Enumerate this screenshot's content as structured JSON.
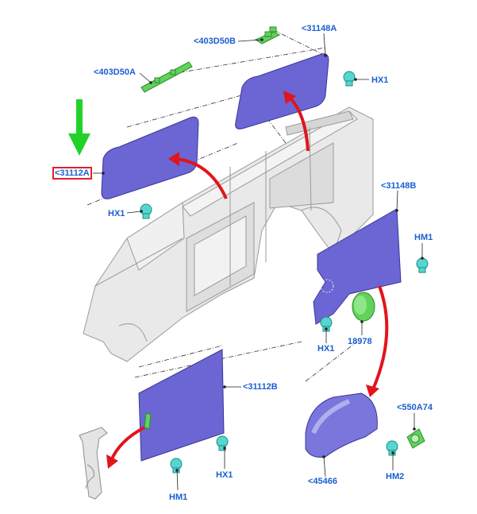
{
  "labels": {
    "p403d50b": "<403D50B",
    "p31148a": "<31148A",
    "p403d50a": "<403D50A",
    "hx1_top": "HX1",
    "p31112a": "<31112A",
    "hx1_left": "HX1",
    "p31148b": "<31148B",
    "hm1_right": "HM1",
    "hx1_mid": "HX1",
    "p18978": "18978",
    "p31112b": "<31112B",
    "p550a74": "<550A74",
    "hx1_bottom": "HX1",
    "hm1_bottom": "HM1",
    "p45466": "<45466",
    "hm2": "HM2"
  },
  "colors": {
    "panel_fill": "#6b66d4",
    "panel_stroke": "#3b3896",
    "clip_green": "#5fd35a",
    "fastener_teal": "#55d6cf",
    "callout_red": "#e2141c",
    "indicator_green": "#22d12a",
    "label_blue": "#1a5fd0",
    "selected_outline": "#e0202a"
  },
  "selected_part": "<31112A"
}
